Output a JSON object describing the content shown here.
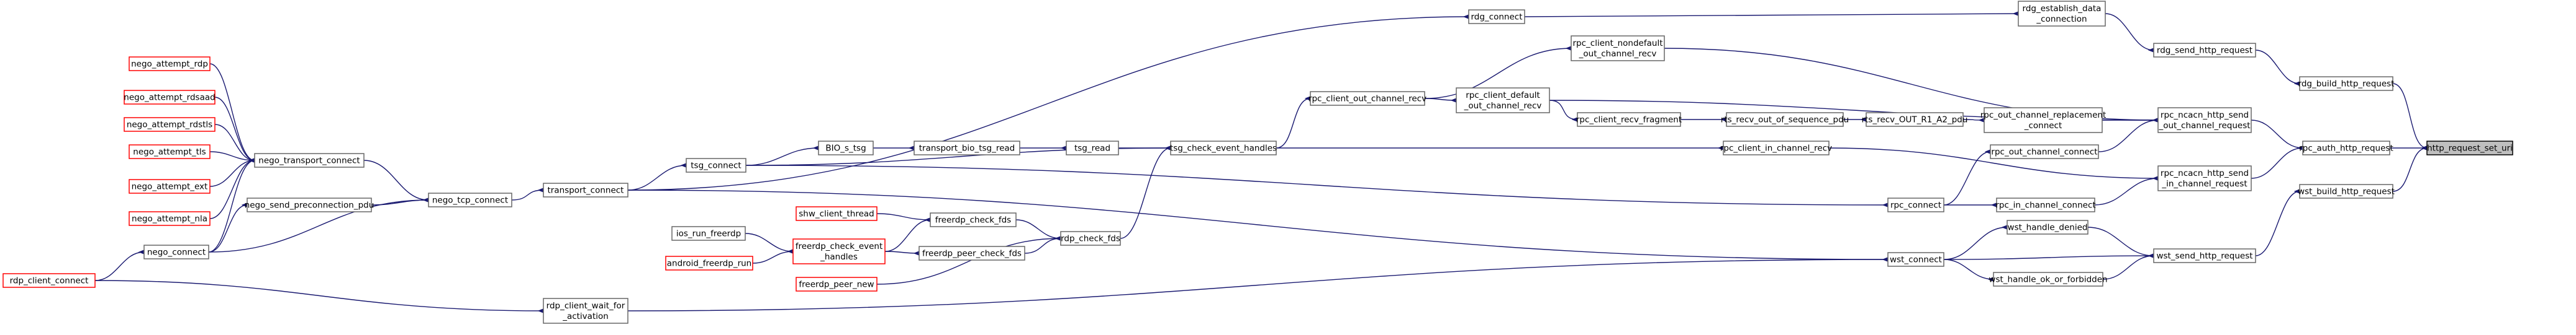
{
  "diagram": {
    "type": "call-graph",
    "nodes": [
      {
        "id": "http_request_set_uri",
        "lines": [
          "http_request_set_uri"
        ],
        "style": "root"
      },
      {
        "id": "rpc_auth_http_request",
        "lines": [
          "rpc_auth_http_request"
        ],
        "style": "normal"
      },
      {
        "id": "rdg_build_http_request",
        "lines": [
          "rdg_build_http_request"
        ],
        "style": "normal"
      },
      {
        "id": "wst_build_http_request",
        "lines": [
          "wst_build_http_request"
        ],
        "style": "normal"
      },
      {
        "id": "rpc_ncacn_out",
        "lines": [
          "rpc_ncacn_http_send",
          "_out_channel_request"
        ],
        "style": "normal"
      },
      {
        "id": "rpc_ncacn_in",
        "lines": [
          "rpc_ncacn_http_send",
          "_in_channel_request"
        ],
        "style": "normal"
      },
      {
        "id": "rdg_send_http_request",
        "lines": [
          "rdg_send_http_request"
        ],
        "style": "normal"
      },
      {
        "id": "wst_send_http_request",
        "lines": [
          "wst_send_http_request"
        ],
        "style": "normal"
      },
      {
        "id": "rdg_establish_data_connection",
        "lines": [
          "rdg_establish_data",
          "_connection"
        ],
        "style": "normal"
      },
      {
        "id": "rpc_out_channel_replacement_connect",
        "lines": [
          "rpc_out_channel_replacement",
          "_connect"
        ],
        "style": "normal"
      },
      {
        "id": "rpc_out_channel_connect",
        "lines": [
          "rpc_out_channel_connect"
        ],
        "style": "normal"
      },
      {
        "id": "rpc_in_channel_connect",
        "lines": [
          "rpc_in_channel_connect"
        ],
        "style": "normal"
      },
      {
        "id": "wst_handle_denied",
        "lines": [
          "wst_handle_denied"
        ],
        "style": "normal"
      },
      {
        "id": "wst_handle_ok_or_forbidden",
        "lines": [
          "wst_handle_ok_or_forbidden"
        ],
        "style": "normal"
      },
      {
        "id": "rdg_connect",
        "lines": [
          "rdg_connect"
        ],
        "style": "normal"
      },
      {
        "id": "rts_recv_OUT_R1_A2_pdu",
        "lines": [
          "rts_recv_OUT_R1_A2_pdu"
        ],
        "style": "normal"
      },
      {
        "id": "rpc_connect",
        "lines": [
          "rpc_connect"
        ],
        "style": "normal"
      },
      {
        "id": "wst_connect",
        "lines": [
          "wst_connect"
        ],
        "style": "normal"
      },
      {
        "id": "rts_recv_out_of_sequence_pdu",
        "lines": [
          "rts_recv_out_of_sequence_pdu"
        ],
        "style": "normal"
      },
      {
        "id": "rpc_client_in_channel_recv",
        "lines": [
          "rpc_client_in_channel_recv"
        ],
        "style": "normal"
      },
      {
        "id": "rpc_client_nondefault_out_channel_recv",
        "lines": [
          "rpc_client_nondefault",
          "_out_channel_recv"
        ],
        "style": "normal"
      },
      {
        "id": "rpc_client_recv_fragment",
        "lines": [
          "rpc_client_recv_fragment"
        ],
        "style": "normal"
      },
      {
        "id": "rpc_client_default_out_channel_recv",
        "lines": [
          "rpc_client_default",
          "_out_channel_recv"
        ],
        "style": "normal"
      },
      {
        "id": "rpc_client_out_channel_recv",
        "lines": [
          "rpc_client_out_channel_recv"
        ],
        "style": "normal"
      },
      {
        "id": "tsg_check_event_handles",
        "lines": [
          "tsg_check_event_handles"
        ],
        "style": "normal"
      },
      {
        "id": "tsg_read",
        "lines": [
          "tsg_read"
        ],
        "style": "normal"
      },
      {
        "id": "rdp_check_fds",
        "lines": [
          "rdp_check_fds"
        ],
        "style": "normal"
      },
      {
        "id": "transport_bio_tsg_read",
        "lines": [
          "transport_bio_tsg_read"
        ],
        "style": "normal"
      },
      {
        "id": "BIO_s_tsg",
        "lines": [
          "BIO_s_tsg"
        ],
        "style": "normal"
      },
      {
        "id": "freerdp_check_fds",
        "lines": [
          "freerdp_check_fds"
        ],
        "style": "normal"
      },
      {
        "id": "freerdp_peer_check_fds",
        "lines": [
          "freerdp_peer_check_fds"
        ],
        "style": "normal"
      },
      {
        "id": "shw_client_thread",
        "lines": [
          "shw_client_thread"
        ],
        "style": "red"
      },
      {
        "id": "freerdp_check_event_handles",
        "lines": [
          "freerdp_check_event",
          "_handles"
        ],
        "style": "red"
      },
      {
        "id": "freerdp_peer_new",
        "lines": [
          "freerdp_peer_new"
        ],
        "style": "red"
      },
      {
        "id": "ios_run_freerdp",
        "lines": [
          "ios_run_freerdp"
        ],
        "style": "normal"
      },
      {
        "id": "android_freerdp_run",
        "lines": [
          "android_freerdp_run"
        ],
        "style": "red"
      },
      {
        "id": "tsg_connect",
        "lines": [
          "tsg_connect"
        ],
        "style": "normal"
      },
      {
        "id": "transport_connect",
        "lines": [
          "transport_connect"
        ],
        "style": "normal"
      },
      {
        "id": "rdp_client_wait_for_activation",
        "lines": [
          "rdp_client_wait_for",
          "_activation"
        ],
        "style": "normal"
      },
      {
        "id": "nego_tcp_connect",
        "lines": [
          "nego_tcp_connect"
        ],
        "style": "normal"
      },
      {
        "id": "nego_transport_connect",
        "lines": [
          "nego_transport_connect"
        ],
        "style": "normal"
      },
      {
        "id": "nego_send_preconnection_pdu",
        "lines": [
          "nego_send_preconnection_pdu"
        ],
        "style": "normal"
      },
      {
        "id": "nego_connect",
        "lines": [
          "nego_connect"
        ],
        "style": "normal"
      },
      {
        "id": "nego_attempt_rdp",
        "lines": [
          "nego_attempt_rdp"
        ],
        "style": "red"
      },
      {
        "id": "nego_attempt_rdsaad",
        "lines": [
          "nego_attempt_rdsaad"
        ],
        "style": "red"
      },
      {
        "id": "nego_attempt_rdstls",
        "lines": [
          "nego_attempt_rdstls"
        ],
        "style": "red"
      },
      {
        "id": "nego_attempt_tls",
        "lines": [
          "nego_attempt_tls"
        ],
        "style": "red"
      },
      {
        "id": "nego_attempt_ext",
        "lines": [
          "nego_attempt_ext"
        ],
        "style": "red"
      },
      {
        "id": "nego_attempt_nla",
        "lines": [
          "nego_attempt_nla"
        ],
        "style": "red"
      },
      {
        "id": "rdp_client_connect",
        "lines": [
          "rdp_client_connect"
        ],
        "style": "red"
      }
    ],
    "edges": [
      [
        "rpc_auth_http_request",
        "http_request_set_uri"
      ],
      [
        "rdg_build_http_request",
        "http_request_set_uri"
      ],
      [
        "wst_build_http_request",
        "http_request_set_uri"
      ],
      [
        "rpc_ncacn_out",
        "rpc_auth_http_request"
      ],
      [
        "rpc_ncacn_in",
        "rpc_auth_http_request"
      ],
      [
        "rdg_send_http_request",
        "rdg_build_http_request"
      ],
      [
        "wst_send_http_request",
        "wst_build_http_request"
      ],
      [
        "rdg_establish_data_connection",
        "rdg_send_http_request"
      ],
      [
        "rpc_out_channel_replacement_connect",
        "rpc_ncacn_out"
      ],
      [
        "rpc_out_channel_connect",
        "rpc_ncacn_out"
      ],
      [
        "rpc_client_nondefault_out_channel_recv",
        "rpc_ncacn_out"
      ],
      [
        "rpc_client_default_out_channel_recv",
        "rpc_ncacn_out"
      ],
      [
        "rpc_in_channel_connect",
        "rpc_ncacn_in"
      ],
      [
        "rpc_client_in_channel_recv",
        "rpc_ncacn_in"
      ],
      [
        "wst_handle_denied",
        "wst_send_http_request"
      ],
      [
        "wst_handle_ok_or_forbidden",
        "wst_send_http_request"
      ],
      [
        "wst_connect",
        "wst_send_http_request"
      ],
      [
        "rdg_connect",
        "rdg_establish_data_connection"
      ],
      [
        "rts_recv_OUT_R1_A2_pdu",
        "rpc_out_channel_replacement_connect"
      ],
      [
        "rpc_connect",
        "rpc_out_channel_connect"
      ],
      [
        "rpc_connect",
        "rpc_in_channel_connect"
      ],
      [
        "wst_connect",
        "wst_handle_denied"
      ],
      [
        "wst_connect",
        "wst_handle_ok_or_forbidden"
      ],
      [
        "transport_connect",
        "rdg_connect"
      ],
      [
        "rts_recv_out_of_sequence_pdu",
        "rts_recv_OUT_R1_A2_pdu"
      ],
      [
        "tsg_connect",
        "rpc_connect"
      ],
      [
        "rdp_client_wait_for_activation",
        "wst_connect"
      ],
      [
        "transport_connect",
        "wst_connect"
      ],
      [
        "rpc_client_recv_fragment",
        "rts_recv_out_of_sequence_pdu"
      ],
      [
        "tsg_check_event_handles",
        "rpc_client_in_channel_recv"
      ],
      [
        "rpc_client_out_channel_recv",
        "rpc_client_nondefault_out_channel_recv"
      ],
      [
        "rpc_client_default_out_channel_recv",
        "rpc_client_recv_fragment"
      ],
      [
        "rpc_client_out_channel_recv",
        "rpc_client_default_out_channel_recv"
      ],
      [
        "tsg_check_event_handles",
        "rpc_client_out_channel_recv"
      ],
      [
        "tsg_read",
        "tsg_check_event_handles"
      ],
      [
        "rdp_check_fds",
        "tsg_check_event_handles"
      ],
      [
        "tsg_connect",
        "tsg_check_event_handles"
      ],
      [
        "transport_bio_tsg_read",
        "tsg_read"
      ],
      [
        "BIO_s_tsg",
        "transport_bio_tsg_read"
      ],
      [
        "tsg_connect",
        "BIO_s_tsg"
      ],
      [
        "freerdp_check_fds",
        "rdp_check_fds"
      ],
      [
        "freerdp_peer_check_fds",
        "rdp_check_fds"
      ],
      [
        "freerdp_peer_new",
        "rdp_check_fds"
      ],
      [
        "shw_client_thread",
        "freerdp_check_fds"
      ],
      [
        "freerdp_check_event_handles",
        "freerdp_check_fds"
      ],
      [
        "freerdp_check_event_handles",
        "freerdp_peer_check_fds"
      ],
      [
        "ios_run_freerdp",
        "freerdp_check_event_handles"
      ],
      [
        "android_freerdp_run",
        "freerdp_check_event_handles"
      ],
      [
        "transport_connect",
        "tsg_connect"
      ],
      [
        "nego_tcp_connect",
        "transport_connect"
      ],
      [
        "rdp_client_connect",
        "rdp_client_wait_for_activation"
      ],
      [
        "nego_transport_connect",
        "nego_tcp_connect"
      ],
      [
        "nego_send_preconnection_pdu",
        "nego_tcp_connect"
      ],
      [
        "nego_connect",
        "nego_tcp_connect"
      ],
      [
        "nego_attempt_rdp",
        "nego_transport_connect"
      ],
      [
        "nego_attempt_rdsaad",
        "nego_transport_connect"
      ],
      [
        "nego_attempt_rdstls",
        "nego_transport_connect"
      ],
      [
        "nego_attempt_tls",
        "nego_transport_connect"
      ],
      [
        "nego_attempt_ext",
        "nego_transport_connect"
      ],
      [
        "nego_attempt_nla",
        "nego_transport_connect"
      ],
      [
        "nego_connect",
        "nego_transport_connect"
      ],
      [
        "nego_connect",
        "nego_send_preconnection_pdu"
      ],
      [
        "rdp_client_connect",
        "nego_connect"
      ]
    ]
  },
  "colors": {
    "edge": "#191970",
    "node_border": "#666666",
    "root_fill": "#bfbfbf",
    "external_border": "#ff0000"
  }
}
